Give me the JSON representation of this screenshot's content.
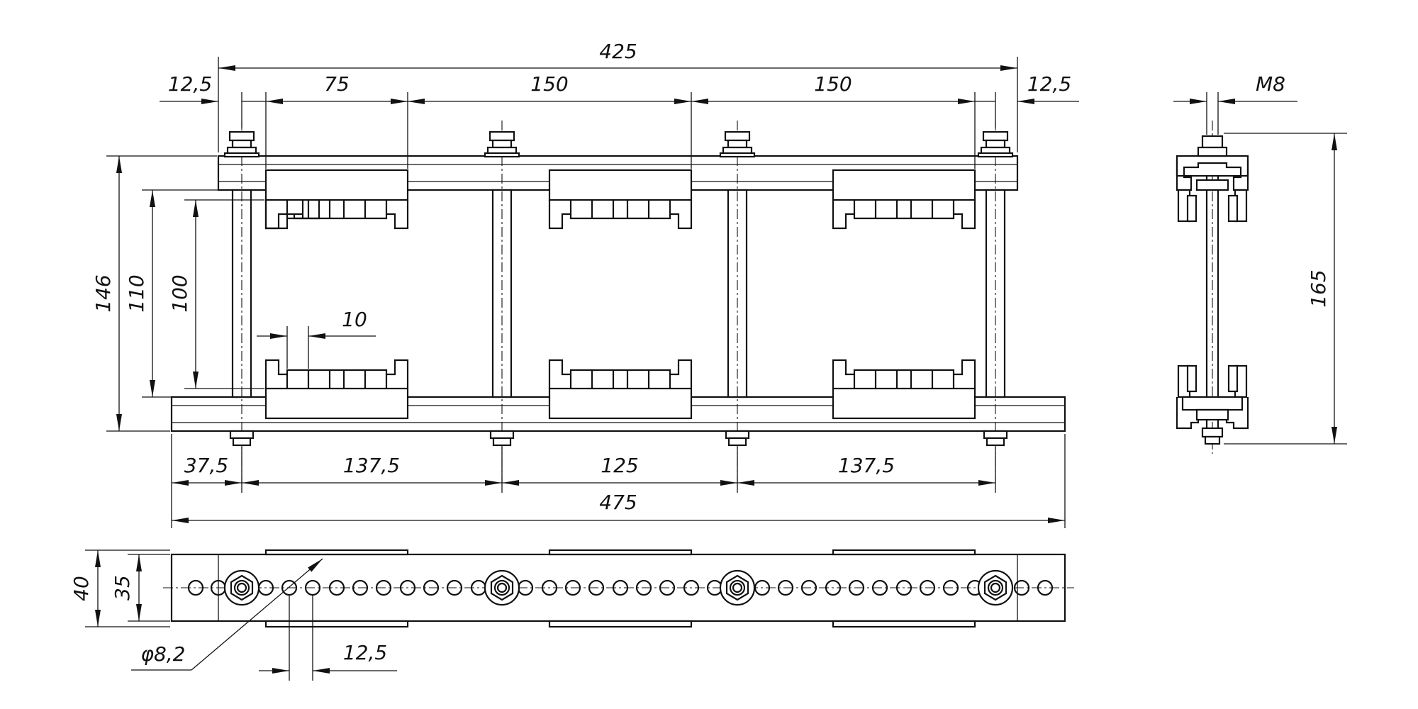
{
  "dimensions": {
    "overall_top": "425",
    "edge_left_top": "12,5",
    "pitch_first": "75",
    "span_a": "150",
    "span_b": "150",
    "edge_right_top": "12,5",
    "bolt_thread": "M8",
    "height_overall": "146",
    "height_mid": "110",
    "height_inner": "100",
    "slot_width": "10",
    "side_height": "165",
    "bottom_left": "37,5",
    "bottom_a": "137,5",
    "bottom_b": "125",
    "bottom_c": "137,5",
    "overall_bottom": "475",
    "plan_width": "40",
    "plan_inner": "35",
    "hole_diameter": "φ8,2",
    "hole_pitch": "12,5"
  }
}
